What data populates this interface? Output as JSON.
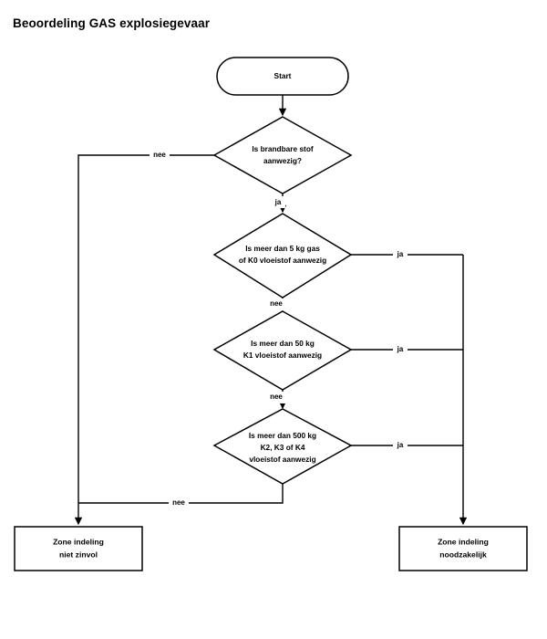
{
  "document": {
    "title": "Beoordeling GAS explosiegevaar"
  },
  "chart_data": {
    "type": "diagram",
    "diagram_kind": "flowchart",
    "title": "Beoordeling GAS explosiegevaar",
    "orientation": "top-to-bottom",
    "nodes": [
      {
        "id": "start",
        "shape": "stadium",
        "lines": [
          "Start"
        ]
      },
      {
        "id": "d1",
        "shape": "diamond",
        "lines": [
          "Is brandbare stof",
          "aanwezig?"
        ]
      },
      {
        "id": "d2",
        "shape": "diamond",
        "lines": [
          "Is meer dan 5 kg gas",
          "of K0 vloeistof aanwezig"
        ]
      },
      {
        "id": "d3",
        "shape": "diamond",
        "lines": [
          "Is meer dan 50 kg",
          "K1 vloeistof aanwezig"
        ]
      },
      {
        "id": "d4",
        "shape": "diamond",
        "lines": [
          "Is meer dan 500 kg",
          "K2, K3 of K4",
          "vloeistof aanwezig"
        ]
      },
      {
        "id": "end_left",
        "shape": "rectangle",
        "lines": [
          "Zone indeling",
          "niet zinvol"
        ]
      },
      {
        "id": "end_right",
        "shape": "rectangle",
        "lines": [
          "Zone indeling",
          "noodzakelijk"
        ]
      }
    ],
    "edges": [
      {
        "from": "start",
        "to": "d1",
        "label": ""
      },
      {
        "from": "d1",
        "to": "end_left",
        "label": "nee"
      },
      {
        "from": "d1",
        "to": "d2",
        "label": "ja"
      },
      {
        "from": "d2",
        "to": "end_right",
        "label": "ja"
      },
      {
        "from": "d2",
        "to": "d3",
        "label": "nee"
      },
      {
        "from": "d3",
        "to": "end_right",
        "label": "ja"
      },
      {
        "from": "d3",
        "to": "d4",
        "label": "nee"
      },
      {
        "from": "d4",
        "to": "end_right",
        "label": "ja"
      },
      {
        "from": "d4",
        "to": "end_left",
        "label": "nee"
      }
    ],
    "colors": {
      "stroke": "#000000",
      "fill": "#ffffff",
      "text": "#000000",
      "background": "#ffffff"
    }
  },
  "nodes": {
    "start": {
      "label": "Start"
    },
    "d1": {
      "line1": "Is brandbare stof",
      "line2": "aanwezig?"
    },
    "d2": {
      "line1": "Is meer dan 5 kg gas",
      "line2": "of K0 vloeistof aanwezig"
    },
    "d3": {
      "line1": "Is meer dan 50 kg",
      "line2": "K1 vloeistof aanwezig"
    },
    "d4": {
      "line1": "Is meer dan 500 kg",
      "line2": "K2, K3 of K4",
      "line3": "vloeistof aanwezig"
    },
    "end_left": {
      "line1": "Zone indeling",
      "line2": "niet zinvol"
    },
    "end_right": {
      "line1": "Zone indeling",
      "line2": "noodzakelijk"
    }
  },
  "edge_labels": {
    "d1_nee": "nee",
    "d1_ja": "ja",
    "d2_ja": "ja",
    "d2_nee": "nee",
    "d3_ja": "ja",
    "d3_nee": "nee",
    "d4_ja": "ja",
    "d4_nee": "nee"
  }
}
